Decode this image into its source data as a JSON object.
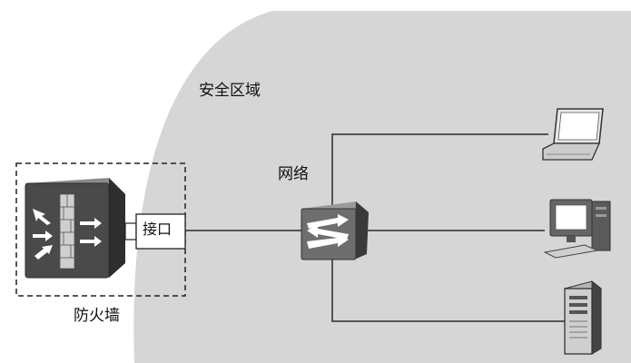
{
  "labels": {
    "zone": "安全区域",
    "network": "网络",
    "interface": "接口",
    "firewall": "防火墙"
  },
  "colors": {
    "zone_fill": "#d6d6d6",
    "line": "#2a2a2a",
    "device_dark": "#4a4a4a",
    "switch_fill": "#6e6e6e"
  },
  "icons": [
    "firewall-icon",
    "network-switch-icon",
    "laptop-icon",
    "desktop-computer-icon",
    "tower-server-icon"
  ]
}
